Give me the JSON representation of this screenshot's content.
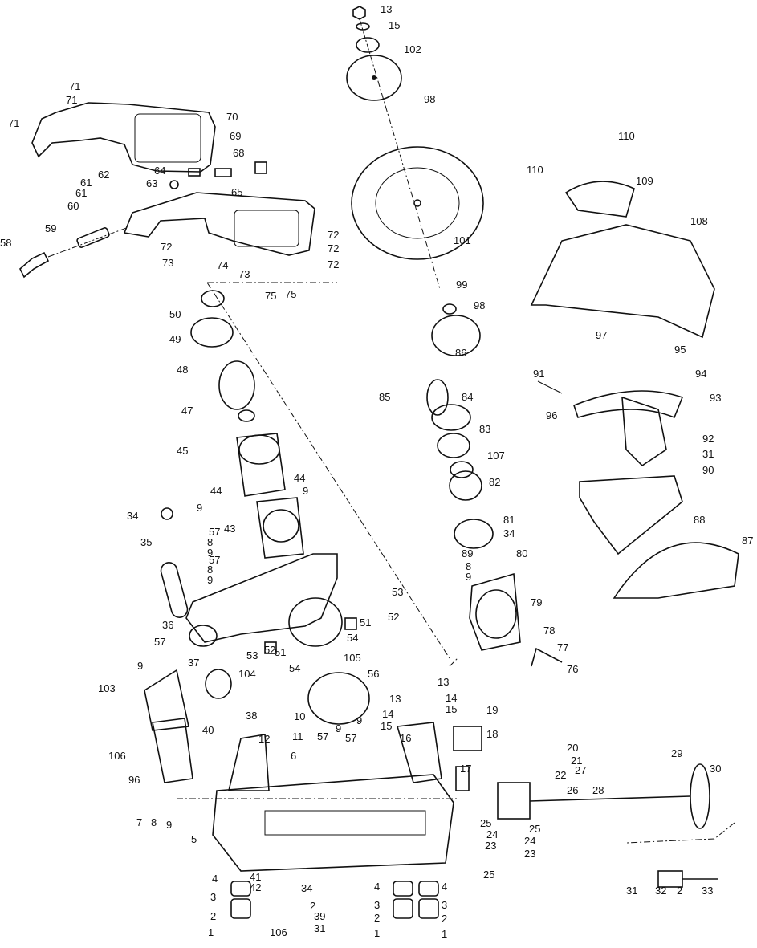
{
  "diagram": {
    "type": "exploded-parts-diagram",
    "part_labels": [
      "13",
      "15",
      "102",
      "98",
      "101",
      "110",
      "110",
      "109",
      "108",
      "97",
      "95",
      "94",
      "91",
      "93",
      "96",
      "92",
      "31",
      "90",
      "88",
      "87",
      "99",
      "98",
      "86",
      "85",
      "84",
      "83",
      "107",
      "82",
      "81",
      "34",
      "80",
      "89",
      "8",
      "9",
      "79",
      "78",
      "77",
      "76",
      "71",
      "71",
      "71",
      "70",
      "69",
      "68",
      "64",
      "63",
      "65",
      "62",
      "61",
      "61",
      "60",
      "59",
      "58",
      "72",
      "72",
      "72",
      "72",
      "73",
      "74",
      "73",
      "75",
      "75",
      "50",
      "49",
      "48",
      "47",
      "45",
      "44",
      "44",
      "9",
      "9",
      "43",
      "34",
      "35",
      "57",
      "8",
      "9",
      "57",
      "8",
      "9",
      "36",
      "53",
      "52",
      "51",
      "51",
      "52",
      "53",
      "54",
      "54",
      "105",
      "104",
      "37",
      "57",
      "9",
      "103",
      "56",
      "38",
      "40",
      "10",
      "11",
      "12",
      "6",
      "9",
      "9",
      "57",
      "57",
      "13",
      "14",
      "15",
      "13",
      "14",
      "15",
      "16",
      "19",
      "18",
      "17",
      "20",
      "21",
      "22",
      "26",
      "27",
      "28",
      "29",
      "30",
      "25",
      "25",
      "24",
      "24",
      "23",
      "23",
      "25",
      "106",
      "96",
      "7",
      "8",
      "9",
      "5",
      "4",
      "3",
      "2",
      "1",
      "41",
      "42",
      "106",
      "34",
      "2",
      "39",
      "31",
      "4",
      "3",
      "2",
      "1",
      "4",
      "3",
      "2",
      "1",
      "31",
      "32",
      "2",
      "33"
    ]
  }
}
